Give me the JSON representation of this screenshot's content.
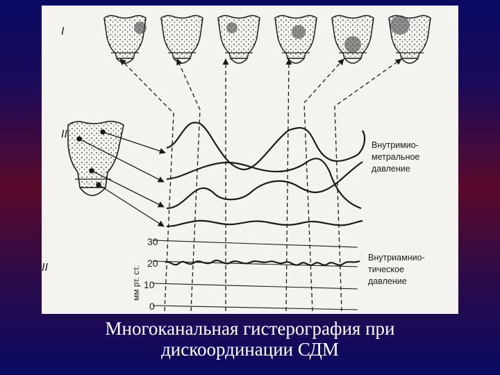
{
  "figure": {
    "section_labels": {
      "s1": "I",
      "s2": "II",
      "s3": "II"
    },
    "intramyometrial_label": [
      "Внутримио-",
      "метральное",
      "давление"
    ],
    "intraamniotic_label": [
      "Внутриамнио-",
      "тическое",
      "давление"
    ],
    "pressure_axis": {
      "unit": "мм рт. ст.",
      "ticks": [
        "30",
        "20",
        "10",
        "0"
      ]
    },
    "uterus_states_count": 6
  },
  "caption": {
    "line1": "Многоканальная гистерография при",
    "line2": "дискоординации СДМ"
  }
}
